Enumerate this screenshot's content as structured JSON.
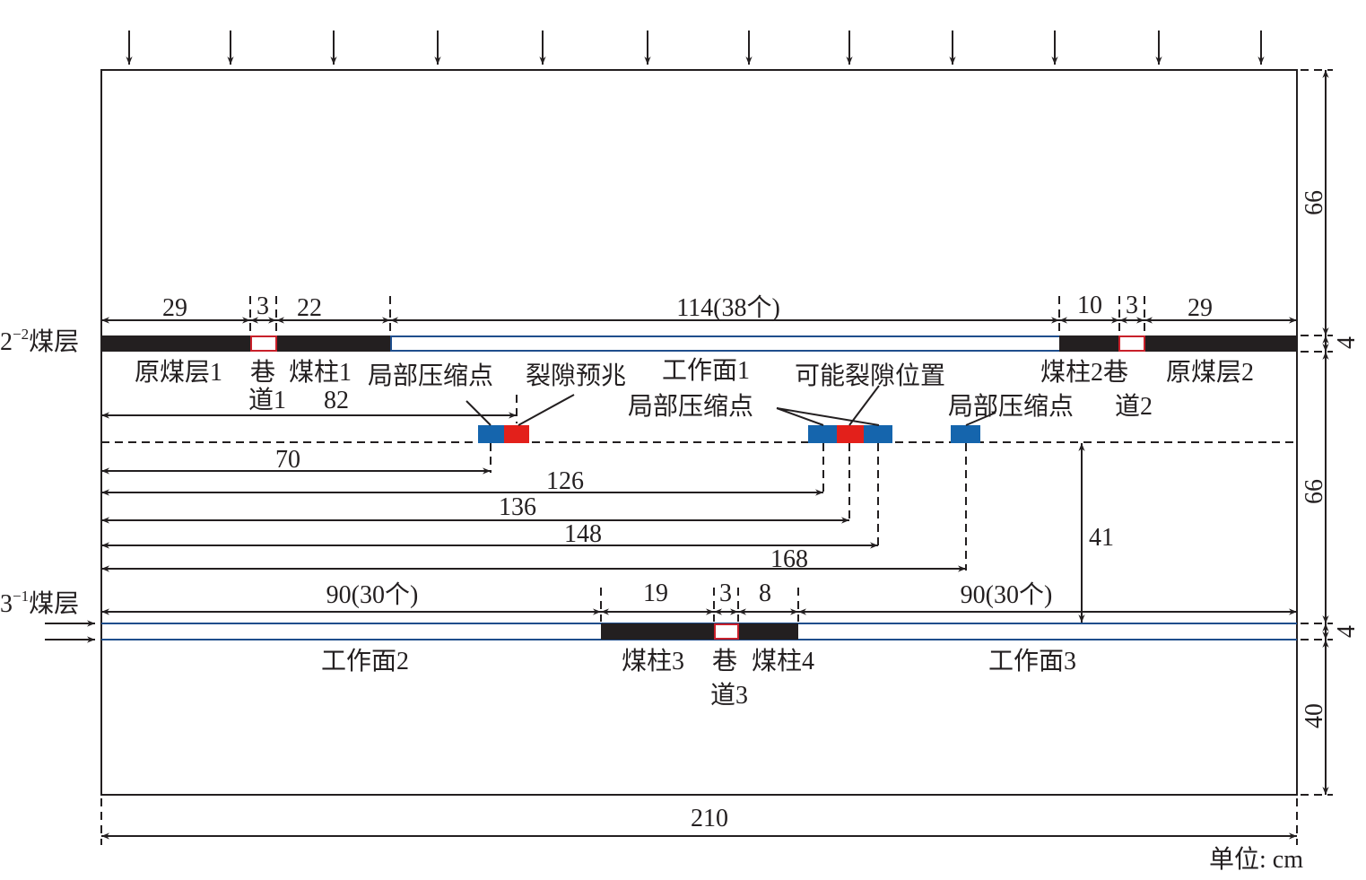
{
  "colors": {
    "coal": "#231f20",
    "blue_block": "#1565ad",
    "red_block": "#e3201b",
    "seam_outline": "#1f4e8c",
    "roadway_outline": "#c8202a"
  },
  "seams": {
    "upper": "2",
    "upper_sup": "−2",
    "upper_suffix": "煤层",
    "lower": "3",
    "lower_sup": "−1",
    "lower_suffix": "煤层"
  },
  "top_dims": [
    "29",
    "3",
    "22",
    "114(38个)",
    "10",
    "3",
    "29"
  ],
  "upper_labels": {
    "coal1": "原煤层1",
    "road_a": "巷",
    "road_b": "道1",
    "pillar1": "煤柱1",
    "d82": "82",
    "compress1": "局部压缩点",
    "crack_sign": "裂隙预兆",
    "face1": "工作面1",
    "crack_pos": "可能裂隙位置",
    "compress2": "局部压缩点",
    "pillar2_road": "煤柱2巷",
    "road2_b": "道2",
    "coal2": "原煤层2",
    "compress3": "局部压缩点"
  },
  "mid_dims": [
    "70",
    "126",
    "136",
    "148",
    "168"
  ],
  "d41": "41",
  "lower_dims": [
    "90(30个)",
    "19",
    "3",
    "8",
    "90(30个)"
  ],
  "lower_labels": {
    "face2": "工作面2",
    "pillar3": "煤柱3",
    "road_a": "巷",
    "road_b": "道3",
    "pillar4": "煤柱4",
    "face3": "工作面3"
  },
  "right_dims": [
    "66",
    "4",
    "66",
    "4",
    "40"
  ],
  "width_dim": "210",
  "unit": "单位: cm"
}
